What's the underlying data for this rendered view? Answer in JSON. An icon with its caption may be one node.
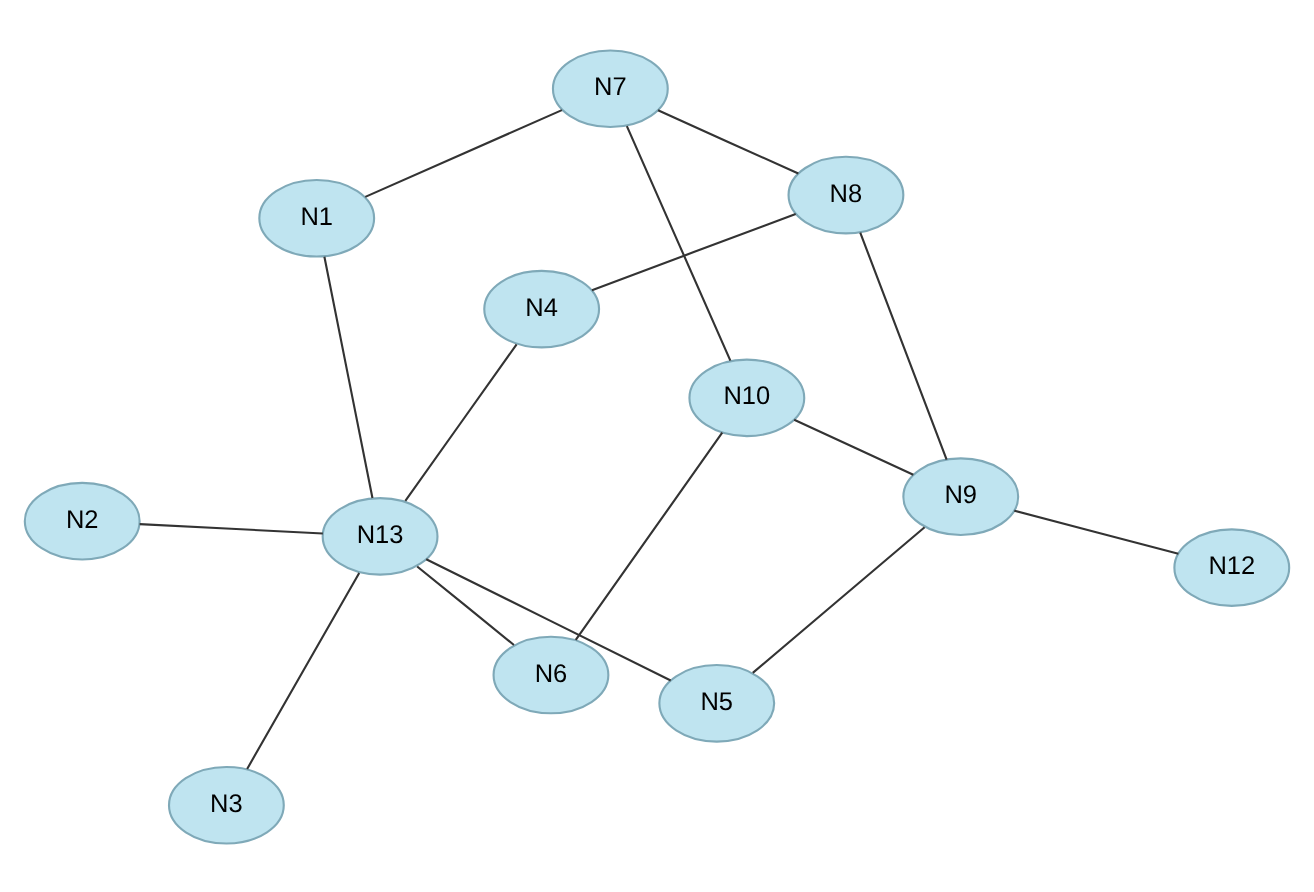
{
  "diagram": {
    "nodes": [
      {
        "text": [
          "N7"
        ]
      },
      {
        "text": [
          "N8"
        ]
      },
      {
        "text": [
          "N3"
        ]
      },
      {
        "text": [
          "N2"
        ]
      },
      {
        "text": [
          "N4"
        ]
      },
      {
        "text": [
          "N13"
        ]
      },
      {
        "text": [
          "N1"
        ]
      },
      {
        "text": [
          "N12"
        ]
      },
      {
        "text": [
          "N5"
        ]
      },
      {
        "text": [
          "N9"
        ]
      },
      {
        "text": [
          "N6"
        ]
      },
      {
        "text": [
          "N10"
        ]
      }
    ],
    "edges": [
      {
        "from": 0,
        "to": 1,
        "arrow": "none"
      },
      {
        "from": 1,
        "to": 9,
        "arrow": "none"
      },
      {
        "from": 9,
        "to": 11,
        "arrow": "none"
      },
      {
        "from": 11,
        "to": 0,
        "arrow": "none"
      },
      {
        "from": 0,
        "to": 6,
        "arrow": "none"
      },
      {
        "from": 1,
        "to": 4,
        "arrow": "none"
      },
      {
        "from": 2,
        "to": 5,
        "arrow": "none"
      },
      {
        "from": 3,
        "to": 5,
        "arrow": "none"
      },
      {
        "from": 5,
        "to": 4,
        "arrow": "none"
      },
      {
        "from": 5,
        "to": 6,
        "arrow": "none"
      },
      {
        "from": 5,
        "to": 10,
        "arrow": "none"
      },
      {
        "from": 5,
        "to": 8,
        "arrow": "none"
      },
      {
        "from": 8,
        "to": 9,
        "arrow": "none"
      },
      {
        "from": 9,
        "to": 7,
        "arrow": "none"
      },
      {
        "from": 10,
        "to": 11,
        "arrow": "none"
      }
    ]
  }
}
